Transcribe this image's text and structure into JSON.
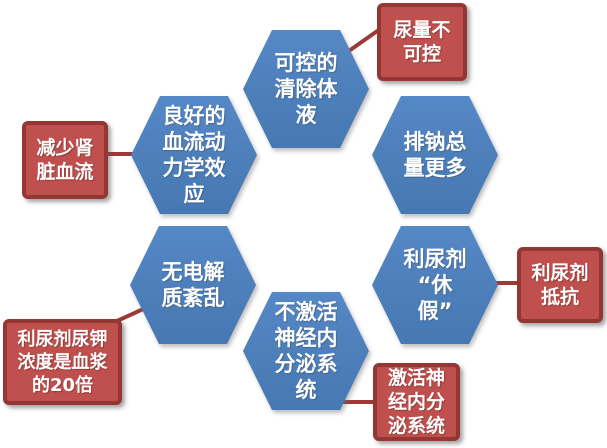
{
  "diagram": {
    "type": "hexagon-cycle-smartart",
    "background": "#FFFFFF",
    "colors": {
      "hexagon_fill": "#4E80BC",
      "callout_fill": "#C0504D",
      "callout_border": "#943634",
      "connector_line": "#9C3A37",
      "text": "#FFFFFF"
    },
    "hexagons": [
      {
        "id": "fluid-removal",
        "text": "可控的清除体液",
        "label": "可控的\n清除体\n液"
      },
      {
        "id": "sodium-excretion",
        "text": "排钠总量更多",
        "label": "排钠总\n量更多"
      },
      {
        "id": "diuretic-holiday",
        "text": "利尿剂“休假”",
        "label": "利尿剂\n“休\n假”"
      },
      {
        "id": "no-neuroendocrine-activation",
        "text": "不激活神经内分泌系统",
        "label": "不激活\n神经内\n分泌系\n统"
      },
      {
        "id": "no-electrolyte-disorder",
        "text": "无电解质紊乱",
        "label": "无电解\n质紊乱"
      },
      {
        "id": "hemodynamic-effect",
        "text": "良好的血流动力学效应",
        "label": "良好的\n血流动\n力学效\n应"
      }
    ],
    "callouts": [
      {
        "id": "uncontrollable-urine-volume",
        "attached_to": "fluid-removal",
        "text": "尿量不可控",
        "label": "尿量不\n可控"
      },
      {
        "id": "diuretic-resistance",
        "attached_to": "diuretic-holiday",
        "text": "利尿剂抵抗",
        "label": "利尿剂\n抵抗"
      },
      {
        "id": "neuroendocrine-activation",
        "attached_to": "no-neuroendocrine-activation",
        "text": "激活神经内分泌系统",
        "label": "激活神\n经内分\n泌系统"
      },
      {
        "id": "urine-potassium-20x",
        "attached_to": "no-electrolyte-disorder",
        "text": "利尿剂尿钾浓度是血浆的20倍",
        "label": "利尿剂尿钾\n浓度是血浆\n的20倍"
      },
      {
        "id": "reduced-renal-blood-flow",
        "attached_to": "hemodynamic-effect",
        "text": "减少肾脏血流",
        "label": "减少肾\n脏血流"
      }
    ]
  }
}
